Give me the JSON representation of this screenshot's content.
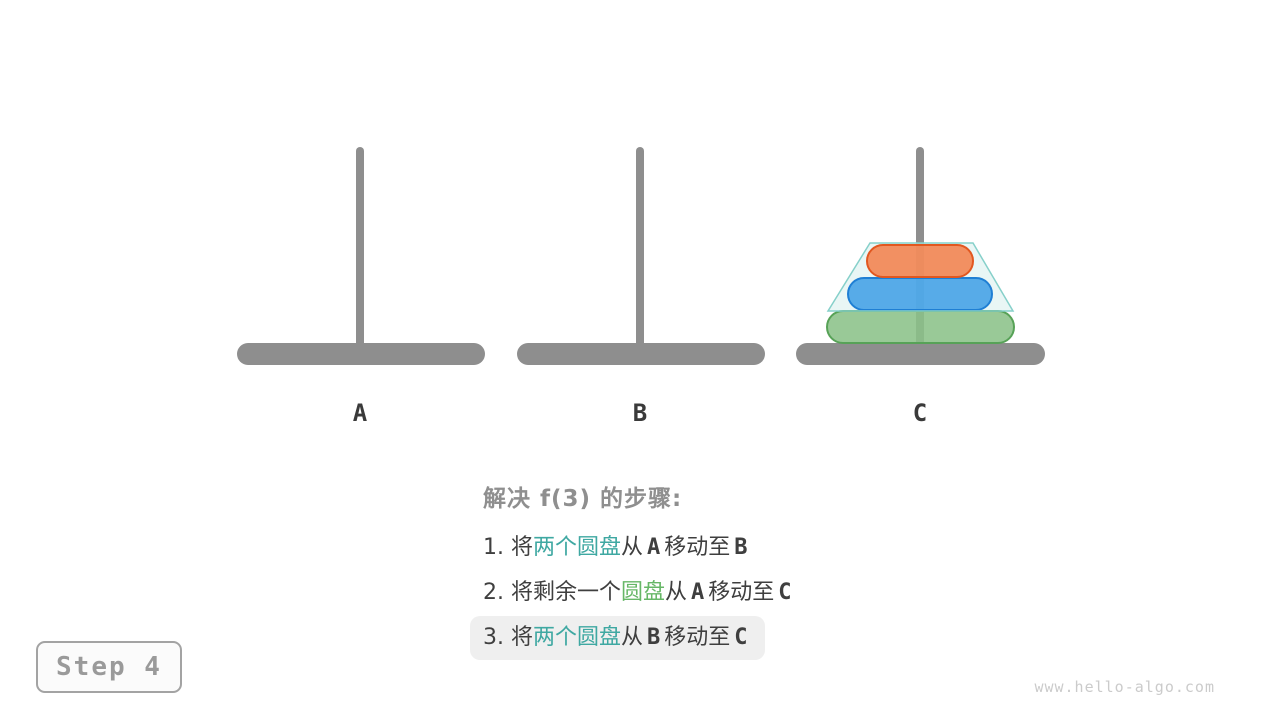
{
  "page": {
    "watermark": "www.hello-algo.com"
  },
  "colors": {
    "peg": "#8e8e8e",
    "peg_label": "#3a3a3a",
    "heading": "#8f8f8f",
    "body_text": "#3f3f3f",
    "teal": "#3fa8a2",
    "green": "#67b767",
    "highlight_row_bg": "#efefef",
    "group_outline": "#86d0ca",
    "group_fill": "#dff2f1",
    "badge_border": "#a3a3a3",
    "badge_text": "#9a9a9a",
    "watermark": "#cbcbcb"
  },
  "step_badge": {
    "label": "Step 4"
  },
  "pegs": [
    {
      "label": "A"
    },
    {
      "label": "B"
    },
    {
      "label": "C"
    }
  ],
  "disks": [
    {
      "name": "disk-large",
      "peg": "C",
      "stack_level": 1,
      "fill": "#8bc189",
      "border": "#57a257"
    },
    {
      "name": "disk-medium",
      "peg": "C",
      "stack_level": 2,
      "fill": "#42a0e6",
      "border": "#1f7fd4"
    },
    {
      "name": "disk-small",
      "peg": "C",
      "stack_level": 3,
      "fill": "#f3824d",
      "border": "#e2571f"
    }
  ],
  "group_outline_note": "marks the two disks moved as a group on peg C",
  "steps_panel": {
    "title": "解决 f(3) 的步骤:",
    "items": [
      {
        "highlighted": false,
        "segments": [
          {
            "text": "1. 将",
            "style": "normal"
          },
          {
            "text": "两个圆盘",
            "style": "teal"
          },
          {
            "text": "从",
            "style": "normal"
          },
          {
            "text": "A",
            "style": "peg"
          },
          {
            "text": "移动至",
            "style": "normal"
          },
          {
            "text": "B",
            "style": "peg"
          }
        ]
      },
      {
        "highlighted": false,
        "segments": [
          {
            "text": "2. 将剩余一个",
            "style": "normal"
          },
          {
            "text": "圆盘",
            "style": "green"
          },
          {
            "text": "从",
            "style": "normal"
          },
          {
            "text": "A",
            "style": "peg"
          },
          {
            "text": "移动至",
            "style": "normal"
          },
          {
            "text": "C",
            "style": "peg"
          }
        ]
      },
      {
        "highlighted": true,
        "segments": [
          {
            "text": "3. 将",
            "style": "normal"
          },
          {
            "text": "两个圆盘",
            "style": "teal"
          },
          {
            "text": "从",
            "style": "normal"
          },
          {
            "text": "B",
            "style": "peg"
          },
          {
            "text": "移动至",
            "style": "normal"
          },
          {
            "text": "C",
            "style": "peg"
          }
        ]
      }
    ]
  }
}
